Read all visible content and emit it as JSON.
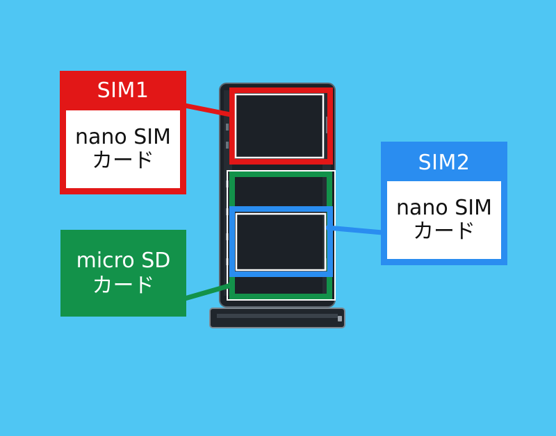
{
  "colors": {
    "background": "#4fc6f3",
    "sim1": "#e21717",
    "sim2": "#2a8df0",
    "microsd": "#13924a",
    "tray": "#1c2127"
  },
  "callouts": {
    "sim1": {
      "title": "SIM1",
      "line1": "nano SIM",
      "line2": "カード"
    },
    "sim2": {
      "title": "SIM2",
      "line1": "nano SIM",
      "line2": "カード"
    },
    "microsd": {
      "line1": "micro SD",
      "line2": "カード"
    }
  }
}
